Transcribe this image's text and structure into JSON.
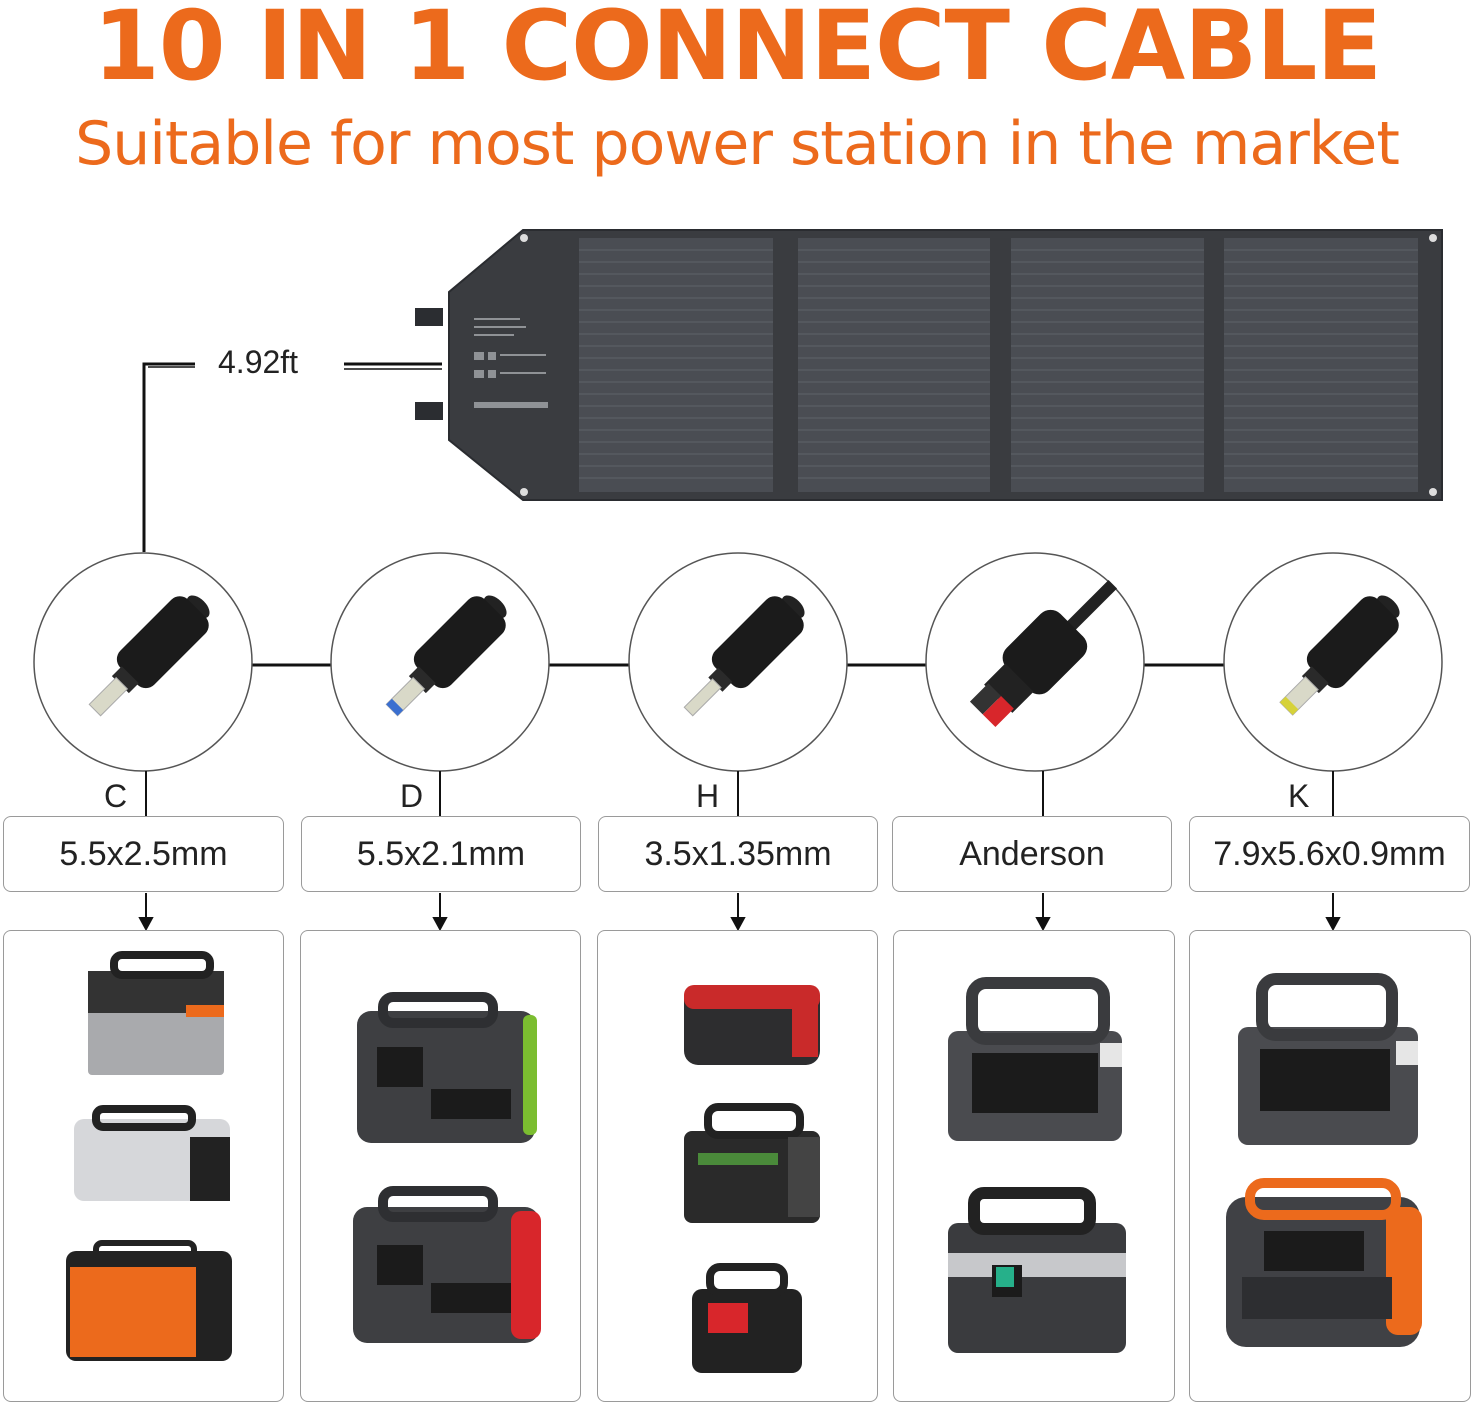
{
  "title": "10 IN 1 CONNECT CABLE",
  "subtitle": "Suitable for most power station in the market",
  "cable_length": "4.92ft",
  "connectors": [
    {
      "letter": "C",
      "size": "5.5x2.5mm",
      "tip_color": "#d9d9c8"
    },
    {
      "letter": "D",
      "size": "5.5x2.1mm",
      "tip_color": "#3a6fd0"
    },
    {
      "letter": "H",
      "size": "3.5x1.35mm",
      "tip_color": "#d9d9c8"
    },
    {
      "letter": "",
      "size": "Anderson",
      "tip_color": "#d8262b"
    },
    {
      "letter": "K",
      "size": "7.9x5.6x0.9mm",
      "tip_color": "#d6d23a"
    }
  ],
  "colors": {
    "accent": "#ec6a1c",
    "panel": "#3a3c40"
  }
}
